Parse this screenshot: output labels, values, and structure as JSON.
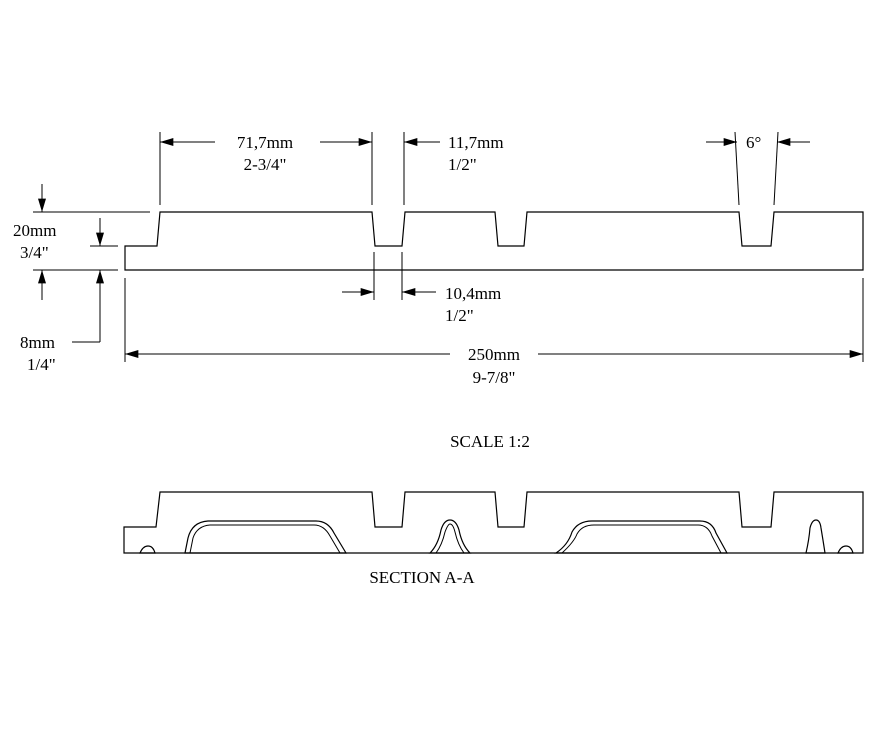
{
  "dimensions": {
    "slot_spacing": {
      "mm": "71,7mm",
      "inch": "2-3/4\""
    },
    "slot_top_width": {
      "mm": "11,7mm",
      "inch": "1/2\""
    },
    "slot_angle": "6°",
    "total_height": {
      "mm": "20mm",
      "inch": "3/4\""
    },
    "base_thickness": {
      "mm": "8mm",
      "inch": "1/4\""
    },
    "slot_bottom_width": {
      "mm": "10,4mm",
      "inch": "1/2\""
    },
    "overall_length": {
      "mm": "250mm",
      "inch": "9-7/8\""
    }
  },
  "scale_label": "SCALE  1:2",
  "section_label": "SECTION  A-A"
}
